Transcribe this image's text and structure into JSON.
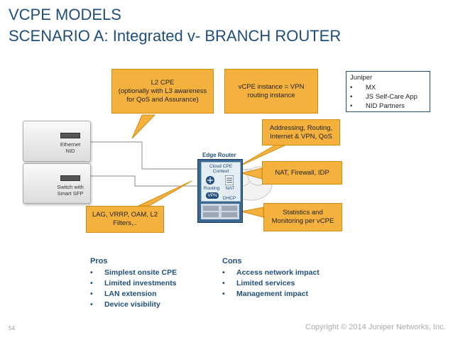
{
  "title": {
    "line1": "VCPE MODELS",
    "line2": "SCENARIO A: Integrated v- BRANCH ROUTER"
  },
  "callouts": {
    "l2cpe": "L2 CPE\n(optionally with L3 awareness\nfor QoS and Assurance)",
    "vcpe_instance": "vCPE instance = VPN\nrouting instance",
    "addressing": "Addressing, Routing,\nInternet & VPN, QoS",
    "nat": "NAT, Firewall, IDP",
    "lag": "LAG, VRRP, OAM, L2\nFilters,..",
    "statistics": "Statistics and\nMonitoring per vCPE"
  },
  "juniper": {
    "heading": "Juniper",
    "bullet": "•",
    "items": [
      "MX",
      "JS Self-Care App",
      "NID Partners"
    ]
  },
  "devices": {
    "ethernet_nid": "Ethernet\nNID",
    "switch": "Switch with\nSmart SFP"
  },
  "edge_router": {
    "label": "Edge Router",
    "cloud_cpe": "Cloud CPE\nContext",
    "routing": "Routing",
    "nat": "NAT",
    "vpn": "VPN",
    "dhcp": "DHCP"
  },
  "pros": {
    "title": "Pros",
    "bullet": "•",
    "items": [
      "Simplest onsite CPE",
      "Limited investments",
      "LAN extension",
      "Device visibility"
    ]
  },
  "cons": {
    "title": "Cons",
    "bullet": "•",
    "items": [
      "Access network impact",
      "Limited services",
      "Management impact"
    ]
  },
  "footer": {
    "page": "54",
    "copyright": "Copyright © 2014 Juniper Networks, Inc."
  },
  "colors": {
    "title": "#1f4e79",
    "callout": "#f5b13d",
    "accent": "#1f4e79"
  }
}
